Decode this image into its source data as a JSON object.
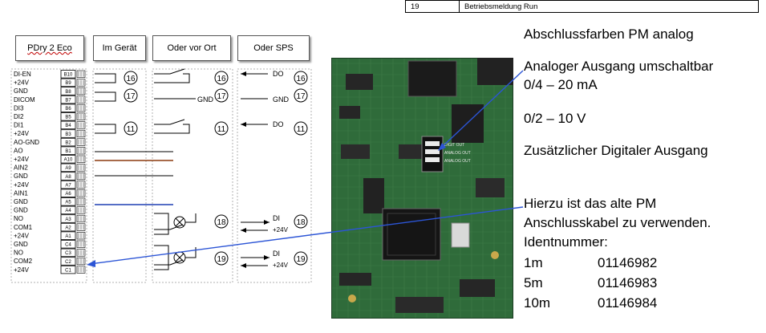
{
  "top_table": {
    "num": "19",
    "text": "Betriebsmeldung Run"
  },
  "headers": {
    "pdry": "PDry 2 Eco",
    "im_geraet": "Im Gerät",
    "oder_vor_ort": "Oder vor Ort",
    "oder_sps": "Oder SPS"
  },
  "terminals": [
    {
      "signal": "DI-EN",
      "pin": "B10"
    },
    {
      "signal": "+24V",
      "pin": "B9"
    },
    {
      "signal": "GND",
      "pin": "B8"
    },
    {
      "signal": "DICOM",
      "pin": "B7"
    },
    {
      "signal": "DI3",
      "pin": "B6"
    },
    {
      "signal": "DI2",
      "pin": "B5"
    },
    {
      "signal": "DI1",
      "pin": "B4"
    },
    {
      "signal": "+24V",
      "pin": "B3"
    },
    {
      "signal": "AO-GND",
      "pin": "B2"
    },
    {
      "signal": "AO",
      "pin": "B1"
    },
    {
      "signal": "+24V",
      "pin": "A10"
    },
    {
      "signal": "AIN2",
      "pin": "A9"
    },
    {
      "signal": "GND",
      "pin": "A8"
    },
    {
      "signal": "+24V",
      "pin": "A7"
    },
    {
      "signal": "AIN1",
      "pin": "A6"
    },
    {
      "signal": "GND",
      "pin": "A5"
    },
    {
      "signal": "GND",
      "pin": "A4"
    },
    {
      "signal": "NO",
      "pin": "A3"
    },
    {
      "signal": "COM1",
      "pin": "A2"
    },
    {
      "signal": "+24V",
      "pin": "A1"
    },
    {
      "signal": "GND",
      "pin": "C4"
    },
    {
      "signal": "NO",
      "pin": "C3"
    },
    {
      "signal": "COM2",
      "pin": "C2"
    },
    {
      "signal": "+24V",
      "pin": "C1"
    }
  ],
  "circles": {
    "c16": "16",
    "c17": "17",
    "c11": "11",
    "c18": "18",
    "c19": "19"
  },
  "wire_labels": {
    "do": "DO",
    "gnd": "GND",
    "di": "DI",
    "plus24v": "+24V"
  },
  "chip_labels": {
    "label1": "DIGIT OUT",
    "label2": "ANALOG OUT",
    "label3": "ANALOG OUT"
  },
  "right_text": {
    "line1": "Abschlussfarben PM analog",
    "line2": "Analoger Ausgang umschaltbar",
    "line3": "0/4 – 20 mA",
    "line4": "0/2 – 10 V",
    "line5": "Zusätzlicher Digitaler Ausgang",
    "line6": "Hierzu ist das alte PM",
    "line7": "Anschlusskabel zu verwenden.",
    "line8": "Identnummer:"
  },
  "ident": [
    {
      "length": "1m",
      "number": "01146982"
    },
    {
      "length": "5m",
      "number": "01146983"
    },
    {
      "length": "10m",
      "number": "01146984"
    }
  ],
  "colors": {
    "brown_wire": "#8b3a0f",
    "blue_wire": "#1f3fb4",
    "pcb_green": "#2f6b3a",
    "arrow_blue": "#2c55d6"
  }
}
